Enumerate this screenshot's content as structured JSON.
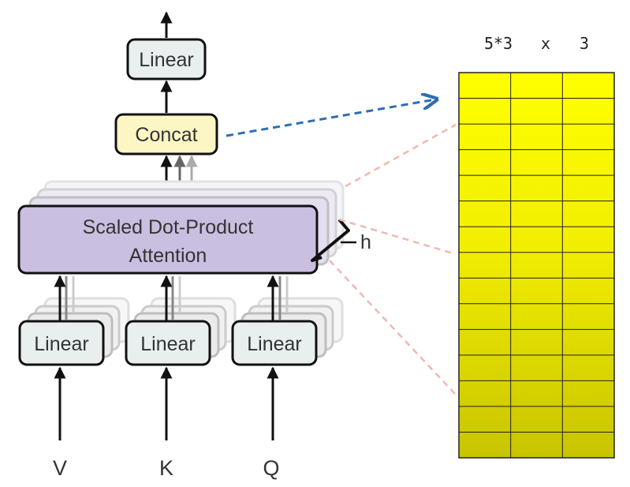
{
  "diagram": {
    "output_linear_label": "Linear",
    "concat_label": "Concat",
    "attention_label_line1": "Scaled Dot-Product",
    "attention_label_line2": "Attention",
    "heads_label": "h",
    "input_linears": [
      {
        "label": "Linear",
        "input": "V"
      },
      {
        "label": "Linear",
        "input": "K"
      },
      {
        "label": "Linear",
        "input": "Q"
      }
    ]
  },
  "matrix": {
    "header_left": "5*3",
    "header_mid": "x",
    "header_right": "3",
    "rows": 15,
    "cols": 3
  },
  "colors": {
    "linear_fill": "#e8efee",
    "concat_fill": "#fbf6c4",
    "attention_fill": "#c9bfe0",
    "arrow_blue": "#2f6db5",
    "dashed_pink": "#f0b8b0",
    "matrix_top": "#ffff00",
    "matrix_bottom": "#c8c400"
  }
}
